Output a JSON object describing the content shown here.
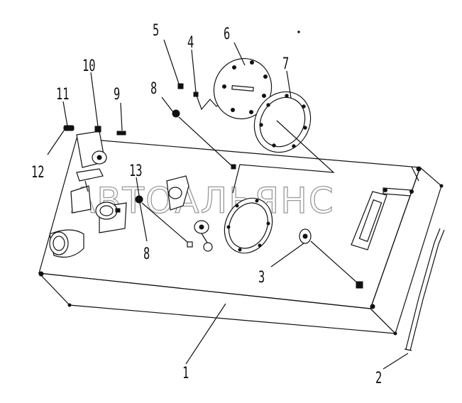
{
  "watermark": "АВТОАЛЬЯНС",
  "callouts": {
    "c1": "1",
    "c2": "2",
    "c3": "3",
    "c4": "4",
    "c5": "5",
    "c6": "6",
    "c7": "7",
    "c8a": "8",
    "c8b": "8",
    "c9": "9",
    "c10": "10",
    "c11": "11",
    "c12": "12",
    "c13": "13"
  }
}
